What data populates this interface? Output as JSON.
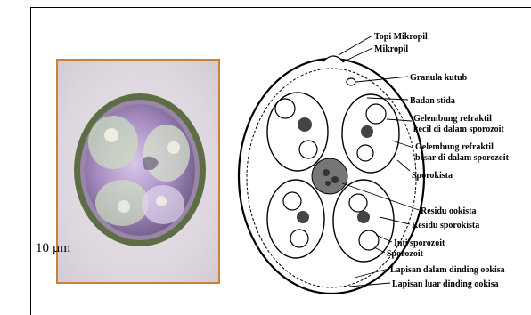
{
  "scale_label": "10 µm",
  "labels": [
    {
      "text": "Topi Mikropil"
    },
    {
      "text": "Mikropil"
    },
    {
      "text": "Granula kutub"
    },
    {
      "text": "Badan stida"
    },
    {
      "text": "Gelembung refraktil"
    },
    {
      "text": "kecil di dalam sporozoit"
    },
    {
      "text": "Gelembung refraktil"
    },
    {
      "text": "besar di dalam sporozoit"
    },
    {
      "text": "Sporokista"
    },
    {
      "text": "Residu ookista"
    },
    {
      "text": "Residu sporokista"
    },
    {
      "text": "Inti sporozoit"
    },
    {
      "text": "Sporozoit"
    },
    {
      "text": "Lapisan dalam dinding ookisa"
    },
    {
      "text": "Lapisan luar dinding ookisa"
    }
  ],
  "colors": {
    "photo_border": "#c8823c",
    "oocyst_wall": "#6f8a4a",
    "oocyst_inner": "#8e6aa6"
  }
}
